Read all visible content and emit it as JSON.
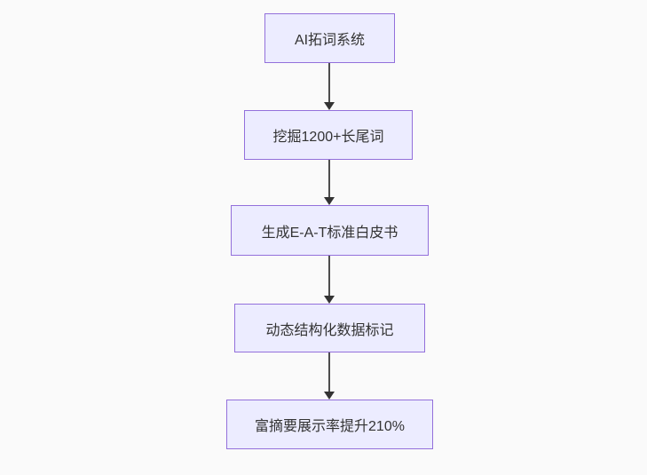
{
  "flowchart": {
    "type": "flowchart",
    "direction": "top-down",
    "colors": {
      "node_fill": "#ECECFF",
      "node_border": "#9370DB",
      "node_text": "#333333",
      "edge_line": "#4d4d4d",
      "edge_arrowhead": "#333333",
      "background": "#fafafa"
    },
    "nodes": [
      {
        "label": "AI拓词系统"
      },
      {
        "label": "挖掘1200+长尾词"
      },
      {
        "label": "生成E-A-T标准白皮书"
      },
      {
        "label": "动态结构化数据标记"
      },
      {
        "label": "富摘要展示率提升210%"
      }
    ],
    "edges": [
      {
        "from": "AI拓词系统",
        "to": "挖掘1200+长尾词"
      },
      {
        "from": "挖掘1200+长尾词",
        "to": "生成E-A-T标准白皮书"
      },
      {
        "from": "生成E-A-T标准白皮书",
        "to": "动态结构化数据标记"
      },
      {
        "from": "动态结构化数据标记",
        "to": "富摘要展示率提升210%"
      }
    ]
  }
}
